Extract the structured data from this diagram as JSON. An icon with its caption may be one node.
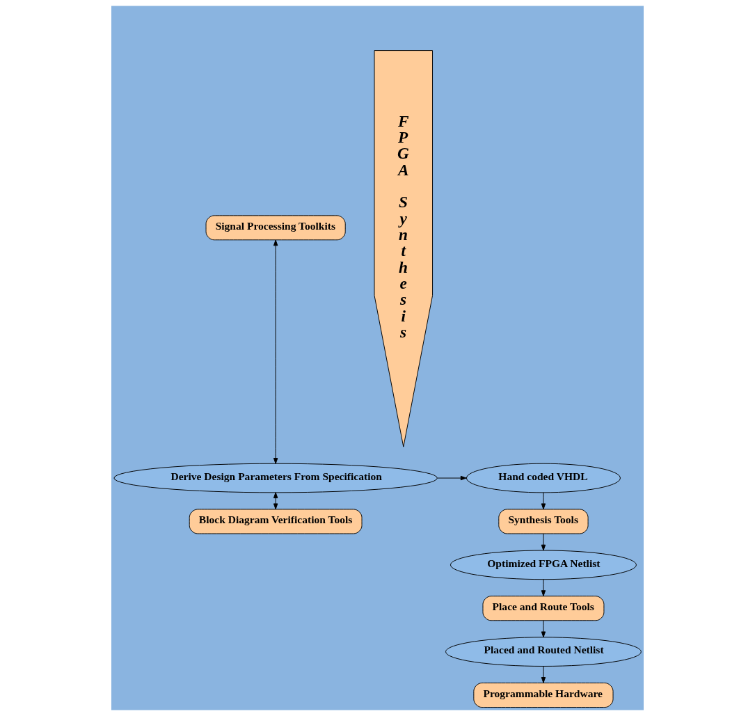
{
  "diagram": {
    "nodes": [
      {
        "text": [
          "Signal Processing Toolkits"
        ]
      },
      {
        "text": [
          "Derive Design Parameters From Specification"
        ]
      },
      {
        "text": [
          "Block Diagram Verification Tools"
        ]
      },
      {
        "text": [
          "Hand coded VHDL"
        ]
      },
      {
        "text": [
          "Synthesis Tools"
        ]
      },
      {
        "text": [
          "Optimized FPGA Netlist"
        ]
      },
      {
        "text": [
          "Place and Route Tools"
        ]
      },
      {
        "text": [
          "Placed and Routed Netlist"
        ]
      },
      {
        "text": [
          "Programmable Hardware"
        ]
      },
      {
        "text": [
          "FPGA Synthesis"
        ]
      }
    ],
    "edges": [
      {
        "from": 0,
        "to": 1,
        "arrow": "both"
      },
      {
        "from": 1,
        "to": 2,
        "arrow": "both"
      },
      {
        "from": 1,
        "to": 3,
        "arrow": "to"
      },
      {
        "from": 3,
        "to": 4,
        "arrow": "to"
      },
      {
        "from": 4,
        "to": 5,
        "arrow": "to"
      },
      {
        "from": 5,
        "to": 6,
        "arrow": "to"
      },
      {
        "from": 6,
        "to": 7,
        "arrow": "to"
      },
      {
        "from": 7,
        "to": 8,
        "arrow": "to"
      }
    ]
  }
}
